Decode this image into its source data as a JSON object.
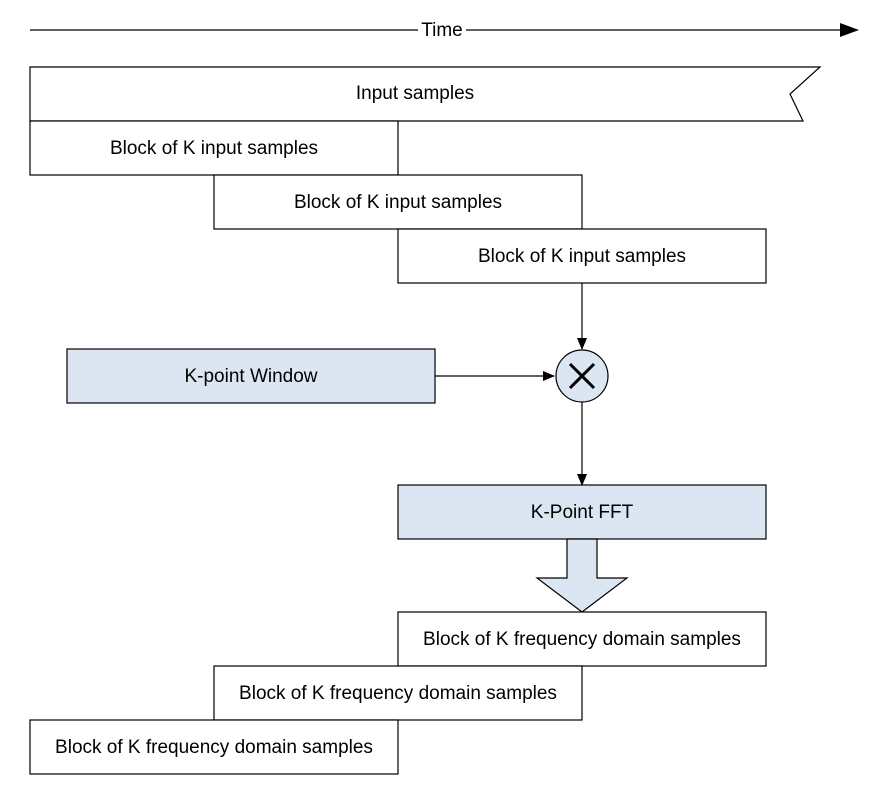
{
  "timeline": {
    "label": "Time"
  },
  "input_samples": {
    "label": "Input samples"
  },
  "input_blocks": [
    {
      "label": "Block of K input samples"
    },
    {
      "label": "Block of K input samples"
    },
    {
      "label": "Block of K input samples"
    }
  ],
  "window": {
    "label": "K-point Window"
  },
  "multiplier": {
    "symbol": "multiply-icon"
  },
  "fft": {
    "label": "K-Point FFT"
  },
  "output_blocks": [
    {
      "label": "Block of K frequency domain samples"
    },
    {
      "label": "Block of K frequency domain samples"
    },
    {
      "label": "Block of K frequency domain samples"
    }
  ],
  "colors": {
    "stroke": "#000000",
    "box_fill": "#ffffff",
    "accent_fill": "#dce6f2"
  }
}
